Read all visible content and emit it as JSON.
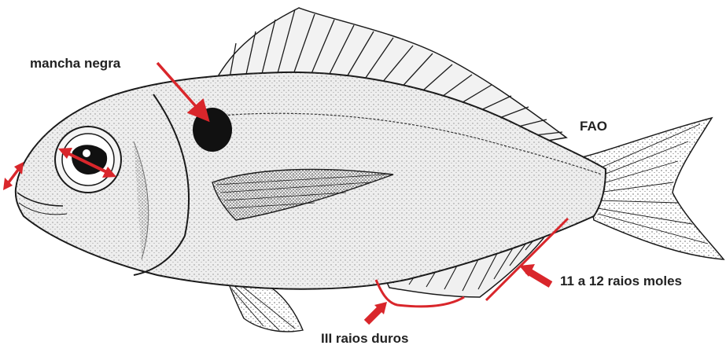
{
  "labels": {
    "black_spot": "mancha negra",
    "source": "FAO",
    "soft_rays": "11 a 12 raios moles",
    "hard_rays": "III raios duros"
  },
  "colors": {
    "annotation_red": "#d9262b",
    "ink": "#1a1a1a",
    "spot": "#111111",
    "body_fill": "#eeeeee",
    "label_text": "#222222"
  }
}
